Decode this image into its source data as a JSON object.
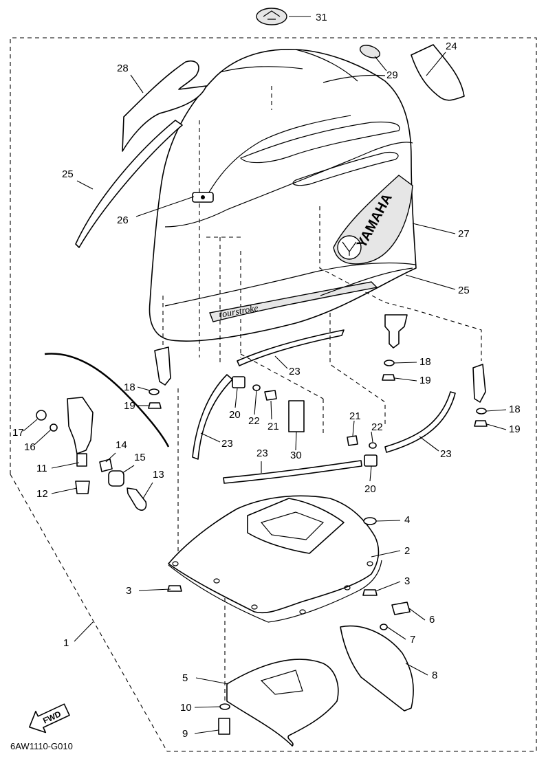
{
  "diagram": {
    "code": "6AW1110-G010",
    "fwd_label": "FWD",
    "brand_text": "YAMAHA",
    "sticker_text": "fourstroke",
    "callouts": [
      "1",
      "2",
      "3",
      "3",
      "4",
      "5",
      "6",
      "7",
      "8",
      "9",
      "10",
      "11",
      "12",
      "13",
      "14",
      "15",
      "16",
      "17",
      "18",
      "18",
      "18",
      "19",
      "19",
      "19",
      "20",
      "20",
      "21",
      "21",
      "22",
      "22",
      "23",
      "23",
      "23",
      "23",
      "24",
      "25",
      "25",
      "26",
      "27",
      "28",
      "29",
      "30",
      "31"
    ]
  }
}
